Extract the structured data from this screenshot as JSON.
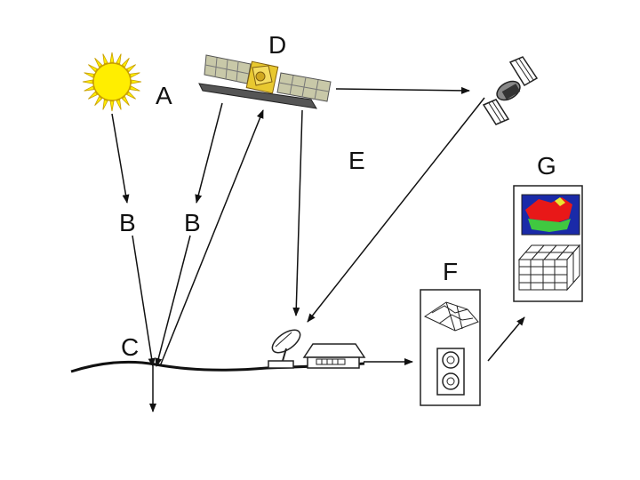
{
  "labels": {
    "a": "A",
    "b_left": "B",
    "b_right": "B",
    "c": "C",
    "d": "D",
    "e": "E",
    "f": "F",
    "g": "G"
  },
  "colors": {
    "sun": "#ffee00",
    "sun_outline": "#c8a000",
    "solar_panel": "#c8c8a8",
    "satellite_gold": "#e8c830",
    "line": "#111111",
    "map_water": "#1a2aa8",
    "map_red": "#e81818",
    "map_green": "#40c840",
    "map_yellow": "#e8e830"
  }
}
